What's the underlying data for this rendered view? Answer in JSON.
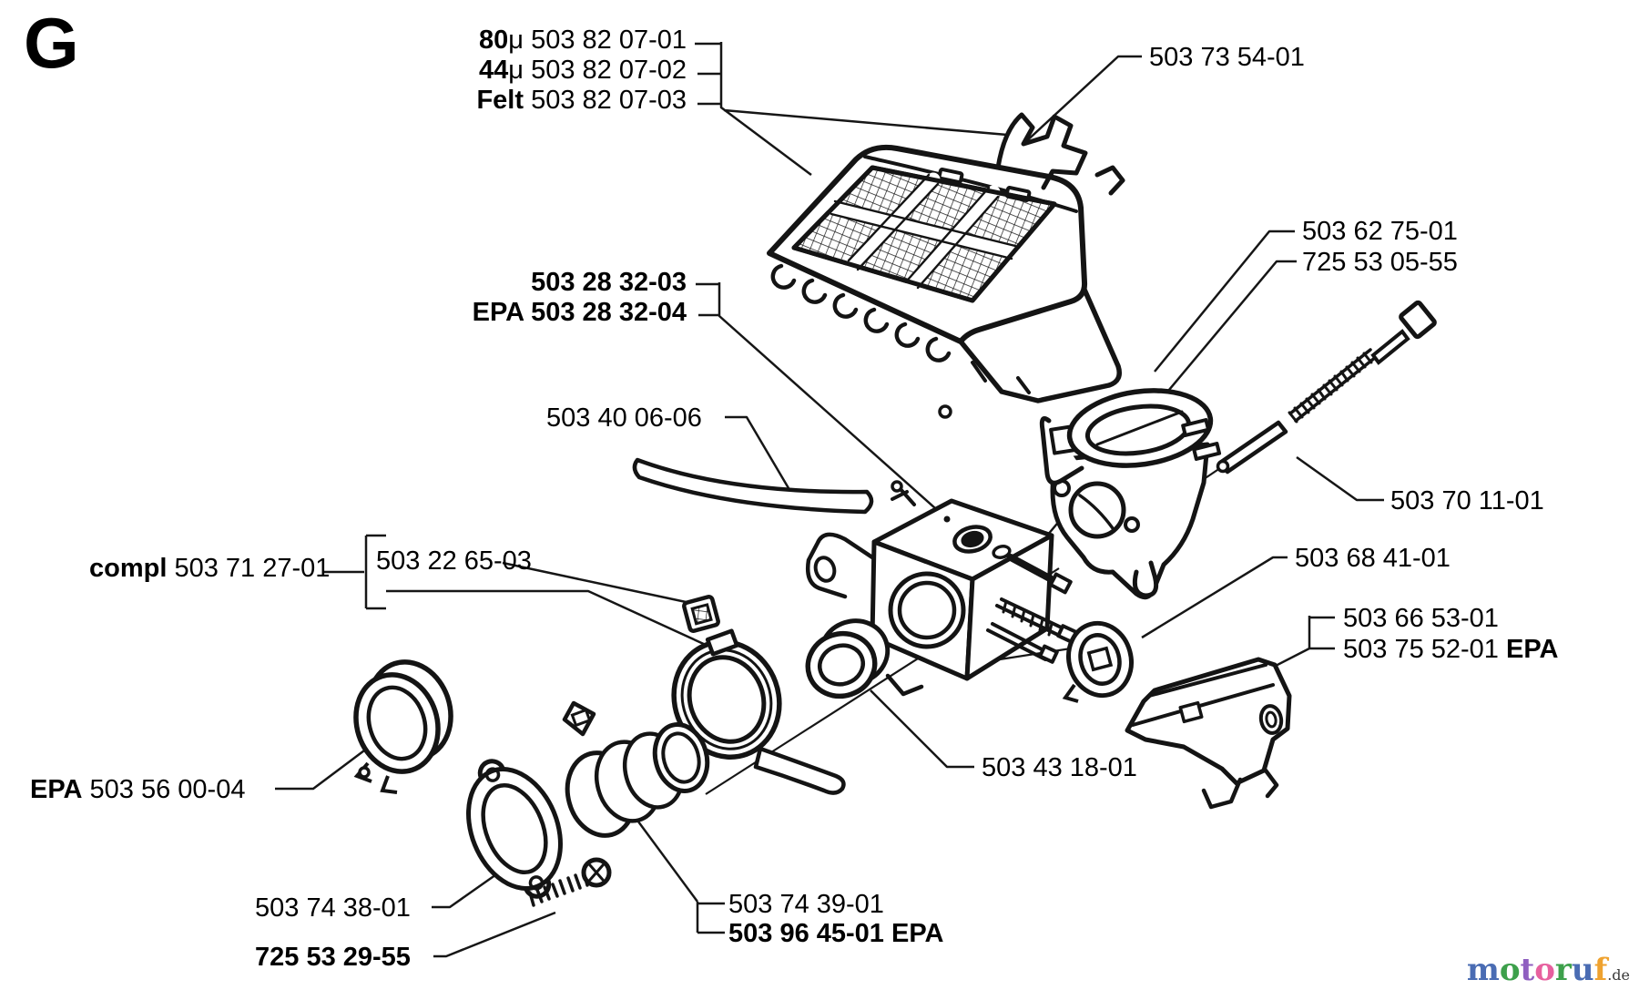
{
  "section_letter": "G",
  "labels": {
    "filter_80": {
      "pre": "80",
      "mid": "μ 503 82 07-01"
    },
    "filter_44": {
      "pre": "44",
      "mid": "μ 503 82 07-02"
    },
    "filter_felt": {
      "pre": "Felt",
      "mid": " 503 82 07-03"
    },
    "clip": {
      "mid": "503 73 54-01"
    },
    "manifold": {
      "mid": "503 62 75-01"
    },
    "bolt": {
      "mid": "725 53 05-55"
    },
    "carb_std": {
      "pre": "503 28 32-03"
    },
    "carb_epa": {
      "pre": "EPA 503 28 32-04"
    },
    "hose": {
      "mid": "503 40 06-06"
    },
    "clamp": {
      "pre": "compl",
      "mid": " 503 71 27-01"
    },
    "nut": {
      "mid": "503 22 65-03"
    },
    "rod": {
      "mid": "503 70 11-01"
    },
    "spacer": {
      "mid": "503 68 41-01"
    },
    "holder_std": {
      "mid": "503 66 53-01"
    },
    "holder_epa": {
      "mid": "503 75 52-01 ",
      "post": "EPA"
    },
    "cap": {
      "pre": "EPA",
      "mid": " 503 56 00-04"
    },
    "ring": {
      "mid": "503 43 18-01"
    },
    "gasket": {
      "mid": "503 74 38-01"
    },
    "screw": {
      "pre": "725 53 29-55"
    },
    "boot_std": {
      "mid": "503 74 39-01"
    },
    "boot_epa": {
      "pre": "503 96 45-01 EPA"
    }
  },
  "watermark": {
    "letters": [
      {
        "ch": "m",
        "style": "color:#4a6cb3"
      },
      {
        "ch": "o",
        "style": "color:#3da04b"
      },
      {
        "ch": "t",
        "style": "color:#8f5fc0"
      },
      {
        "ch": "o",
        "style": "color:#e7609f"
      },
      {
        "ch": "r",
        "style": "color:#3da04b"
      },
      {
        "ch": "u",
        "style": "color:#4a6cb3"
      },
      {
        "ch": "f",
        "style": "color:#efa22f"
      }
    ],
    "suffix": {
      "text": ".de",
      "style": "color:#3a3a3a"
    }
  }
}
